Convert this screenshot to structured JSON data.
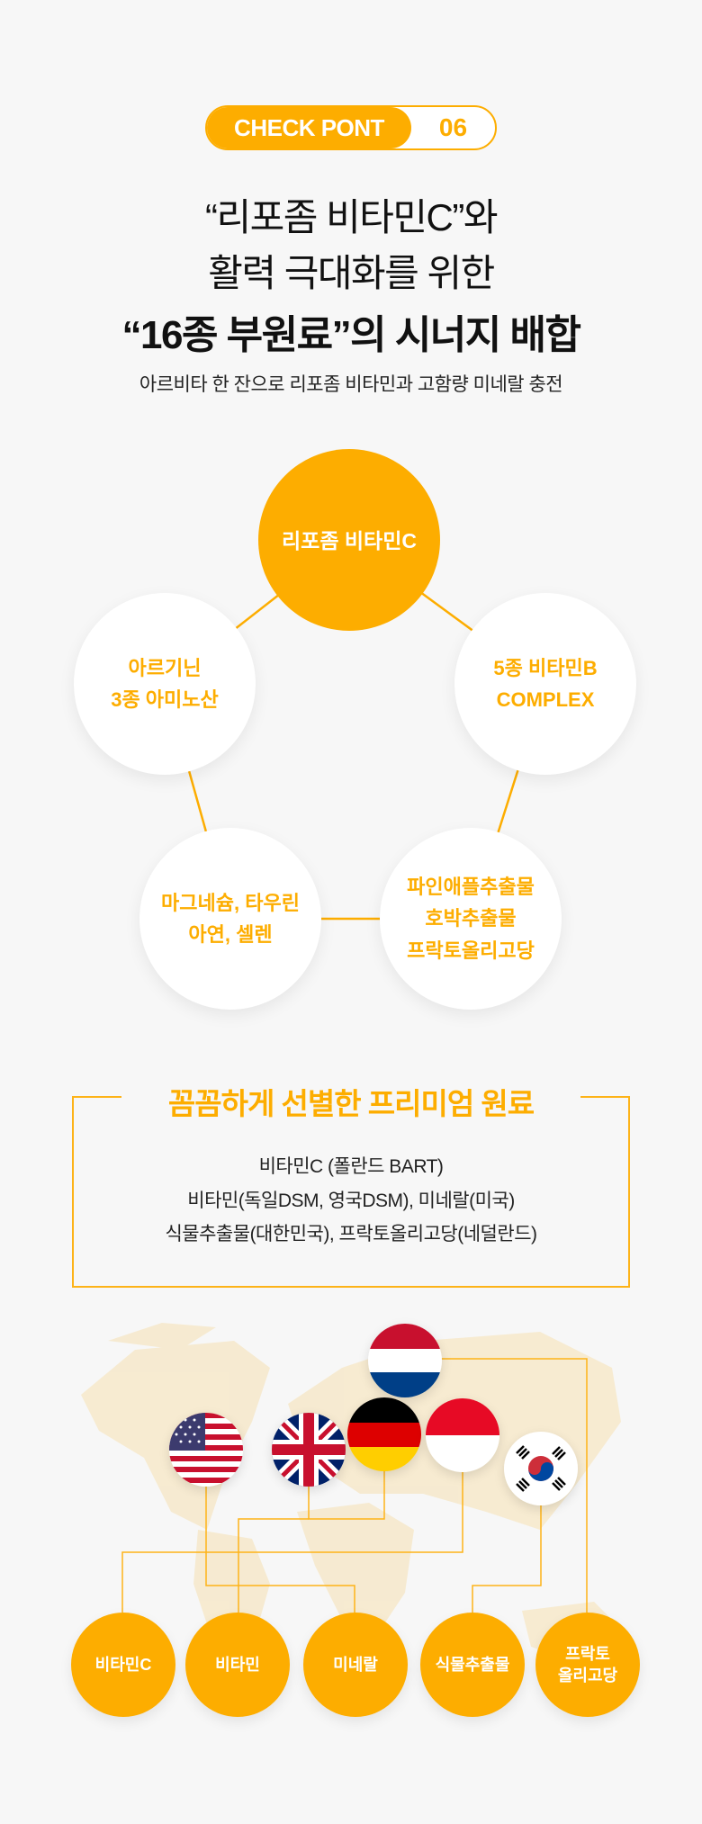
{
  "badge": {
    "label": "CHECK PONT",
    "number": "06"
  },
  "headline": {
    "line1": "“리포좀 비타민C”와",
    "line2": "활력 극대화를 위한",
    "line3": "“16종 부원료”의 시너지 배합",
    "subtitle": "아르비타 한 잔으로 리포좀 비타민과 고함량 미네랄 충전"
  },
  "ingredients": {
    "center": "리포좀 비타민C",
    "left": [
      "아르기닌",
      "3종 아미노산"
    ],
    "right": [
      "5종 비타민B",
      "COMPLEX"
    ],
    "bottom_left": [
      "마그네슘, 타우린",
      "아연, 셀렌"
    ],
    "bottom_right": [
      "파인애플추출물",
      "호박추출물",
      "프락토올리고당"
    ]
  },
  "premium": {
    "title": "꼼꼼하게 선별한 프리미엄 원료",
    "lines": [
      "비타민C (폴란드 BART)",
      "비타민(독일DSM, 영국DSM), 미네랄(미국)",
      "식물추출물(대한민국), 프락토올리고당(네덜란드)"
    ]
  },
  "flags": [
    "netherlands-flag",
    "usa-flag",
    "uk-flag",
    "germany-flag",
    "indonesia-flag",
    "korea-flag"
  ],
  "sources": [
    {
      "label": "비타민C"
    },
    {
      "label": "비타민"
    },
    {
      "label": "미네랄"
    },
    {
      "label": "식물추출물"
    },
    {
      "label_lines": [
        "프락토",
        "올리고당"
      ]
    }
  ],
  "colors": {
    "accent": "#fdad00",
    "background": "#f7f7f7"
  }
}
